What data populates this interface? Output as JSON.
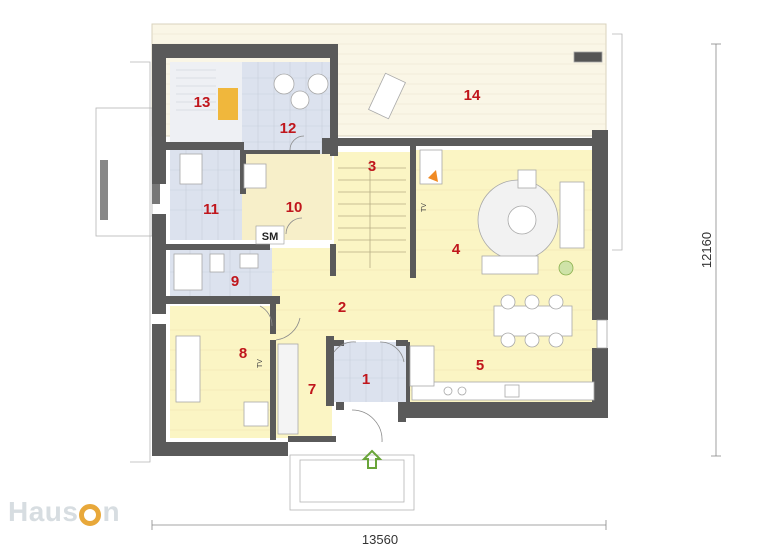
{
  "rooms": [
    {
      "id": "room-1",
      "number": "1"
    },
    {
      "id": "room-2",
      "number": "2"
    },
    {
      "id": "room-3",
      "number": "3"
    },
    {
      "id": "room-4",
      "number": "4"
    },
    {
      "id": "room-5",
      "number": "5"
    },
    {
      "id": "room-7",
      "number": "7"
    },
    {
      "id": "room-8",
      "number": "8"
    },
    {
      "id": "room-9",
      "number": "9"
    },
    {
      "id": "room-10",
      "number": "10"
    },
    {
      "id": "room-11",
      "number": "11"
    },
    {
      "id": "room-12",
      "number": "12"
    },
    {
      "id": "room-13",
      "number": "13"
    },
    {
      "id": "room-14",
      "number": "14"
    }
  ],
  "labels": {
    "sm": "SM",
    "tv": "TV"
  },
  "dimensions": {
    "width": "13560",
    "height": "12160"
  },
  "brand": {
    "prefix": "Haus",
    "suffix": "n"
  },
  "colors": {
    "wall": "#5a5a5a",
    "living": "#fbf5c4",
    "tile": "#dce2ee",
    "terrace": "#faf6e6",
    "room_number": "#c0161c",
    "entrance_arrow": "#6aa53a"
  }
}
